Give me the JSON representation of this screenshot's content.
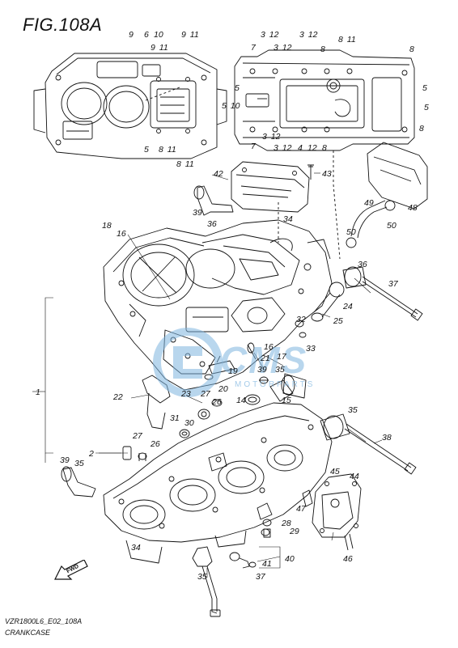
{
  "figure": {
    "title": "FIG.108A",
    "code": "VZR1800L6_E02_108A",
    "name": "CRANKCASE"
  },
  "watermark": {
    "brand": "CMS",
    "subtitle": "MOTORPARTS",
    "color": "#7fb6e0"
  },
  "colors": {
    "line": "#111111",
    "background": "#ffffff"
  },
  "front_indicator": "FWD",
  "callouts": [
    {
      "id": "c-9",
      "text": "9"
    },
    {
      "id": "c-6",
      "text": "6"
    },
    {
      "id": "c-10a",
      "text": "10"
    },
    {
      "id": "c-9-11a",
      "text": "9 11"
    },
    {
      "id": "c-9-11b",
      "text": "9 11"
    },
    {
      "id": "c-5a",
      "text": "5"
    },
    {
      "id": "c-8-11a",
      "text": "8 11"
    },
    {
      "id": "c-8-11b",
      "text": "8 11"
    },
    {
      "id": "c-3-12a",
      "text": "3 12"
    },
    {
      "id": "c-3-12b",
      "text": "3 12"
    },
    {
      "id": "c-3-12c",
      "text": "3 12"
    },
    {
      "id": "c-7a",
      "text": "7"
    },
    {
      "id": "c-8a",
      "text": "8"
    },
    {
      "id": "c-8-11c",
      "text": "8 11"
    },
    {
      "id": "c-8b",
      "text": "8"
    },
    {
      "id": "c-5b",
      "text": "5"
    },
    {
      "id": "c-5c",
      "text": "5"
    },
    {
      "id": "c-5-10",
      "text": "5 10"
    },
    {
      "id": "c-5d",
      "text": "5"
    },
    {
      "id": "c-8c",
      "text": "8"
    },
    {
      "id": "c-7b",
      "text": "7"
    },
    {
      "id": "c-3-12d",
      "text": "3 12"
    },
    {
      "id": "c-3-12e",
      "text": "3 12"
    },
    {
      "id": "c-4",
      "text": "4"
    },
    {
      "id": "c-12",
      "text": "12"
    },
    {
      "id": "c-8d",
      "text": "8"
    },
    {
      "id": "c-42",
      "text": "42"
    },
    {
      "id": "c-43",
      "text": "43"
    },
    {
      "id": "c-39a",
      "text": "39"
    },
    {
      "id": "c-36a",
      "text": "36"
    },
    {
      "id": "c-34a",
      "text": "34"
    },
    {
      "id": "c-49",
      "text": "49"
    },
    {
      "id": "c-48",
      "text": "48"
    },
    {
      "id": "c-50a",
      "text": "50"
    },
    {
      "id": "c-50b",
      "text": "50"
    },
    {
      "id": "c-18",
      "text": "18"
    },
    {
      "id": "c-16a",
      "text": "16"
    },
    {
      "id": "c-36b",
      "text": "36"
    },
    {
      "id": "c-37a",
      "text": "37"
    },
    {
      "id": "c-24",
      "text": "24"
    },
    {
      "id": "c-25",
      "text": "25"
    },
    {
      "id": "c-32",
      "text": "32"
    },
    {
      "id": "c-33",
      "text": "33"
    },
    {
      "id": "c-16b",
      "text": "16"
    },
    {
      "id": "c-21",
      "text": "21"
    },
    {
      "id": "c-17",
      "text": "17"
    },
    {
      "id": "c-39b",
      "text": "39"
    },
    {
      "id": "c-35a",
      "text": "35"
    },
    {
      "id": "c-19",
      "text": "19"
    },
    {
      "id": "c-15",
      "text": "15"
    },
    {
      "id": "c-1",
      "text": "1"
    },
    {
      "id": "c-22",
      "text": "22"
    },
    {
      "id": "c-23",
      "text": "23"
    },
    {
      "id": "c-20",
      "text": "20"
    },
    {
      "id": "c-27a",
      "text": "27"
    },
    {
      "id": "c-26a",
      "text": "26"
    },
    {
      "id": "c-14",
      "text": "14"
    },
    {
      "id": "c-31",
      "text": "31"
    },
    {
      "id": "c-30",
      "text": "30"
    },
    {
      "id": "c-35b",
      "text": "35"
    },
    {
      "id": "c-27b",
      "text": "27"
    },
    {
      "id": "c-2",
      "text": "2"
    },
    {
      "id": "c-26b",
      "text": "26"
    },
    {
      "id": "c-38",
      "text": "38"
    },
    {
      "id": "c-39c",
      "text": "39"
    },
    {
      "id": "c-35c",
      "text": "35"
    },
    {
      "id": "c-45",
      "text": "45"
    },
    {
      "id": "c-44",
      "text": "44"
    },
    {
      "id": "c-47",
      "text": "47"
    },
    {
      "id": "c-28",
      "text": "28"
    },
    {
      "id": "c-29",
      "text": "29"
    },
    {
      "id": "c-34b",
      "text": "34"
    },
    {
      "id": "c-46",
      "text": "46"
    },
    {
      "id": "c-40",
      "text": "40"
    },
    {
      "id": "c-41",
      "text": "41"
    },
    {
      "id": "c-35d",
      "text": "35"
    },
    {
      "id": "c-37b",
      "text": "37"
    }
  ]
}
